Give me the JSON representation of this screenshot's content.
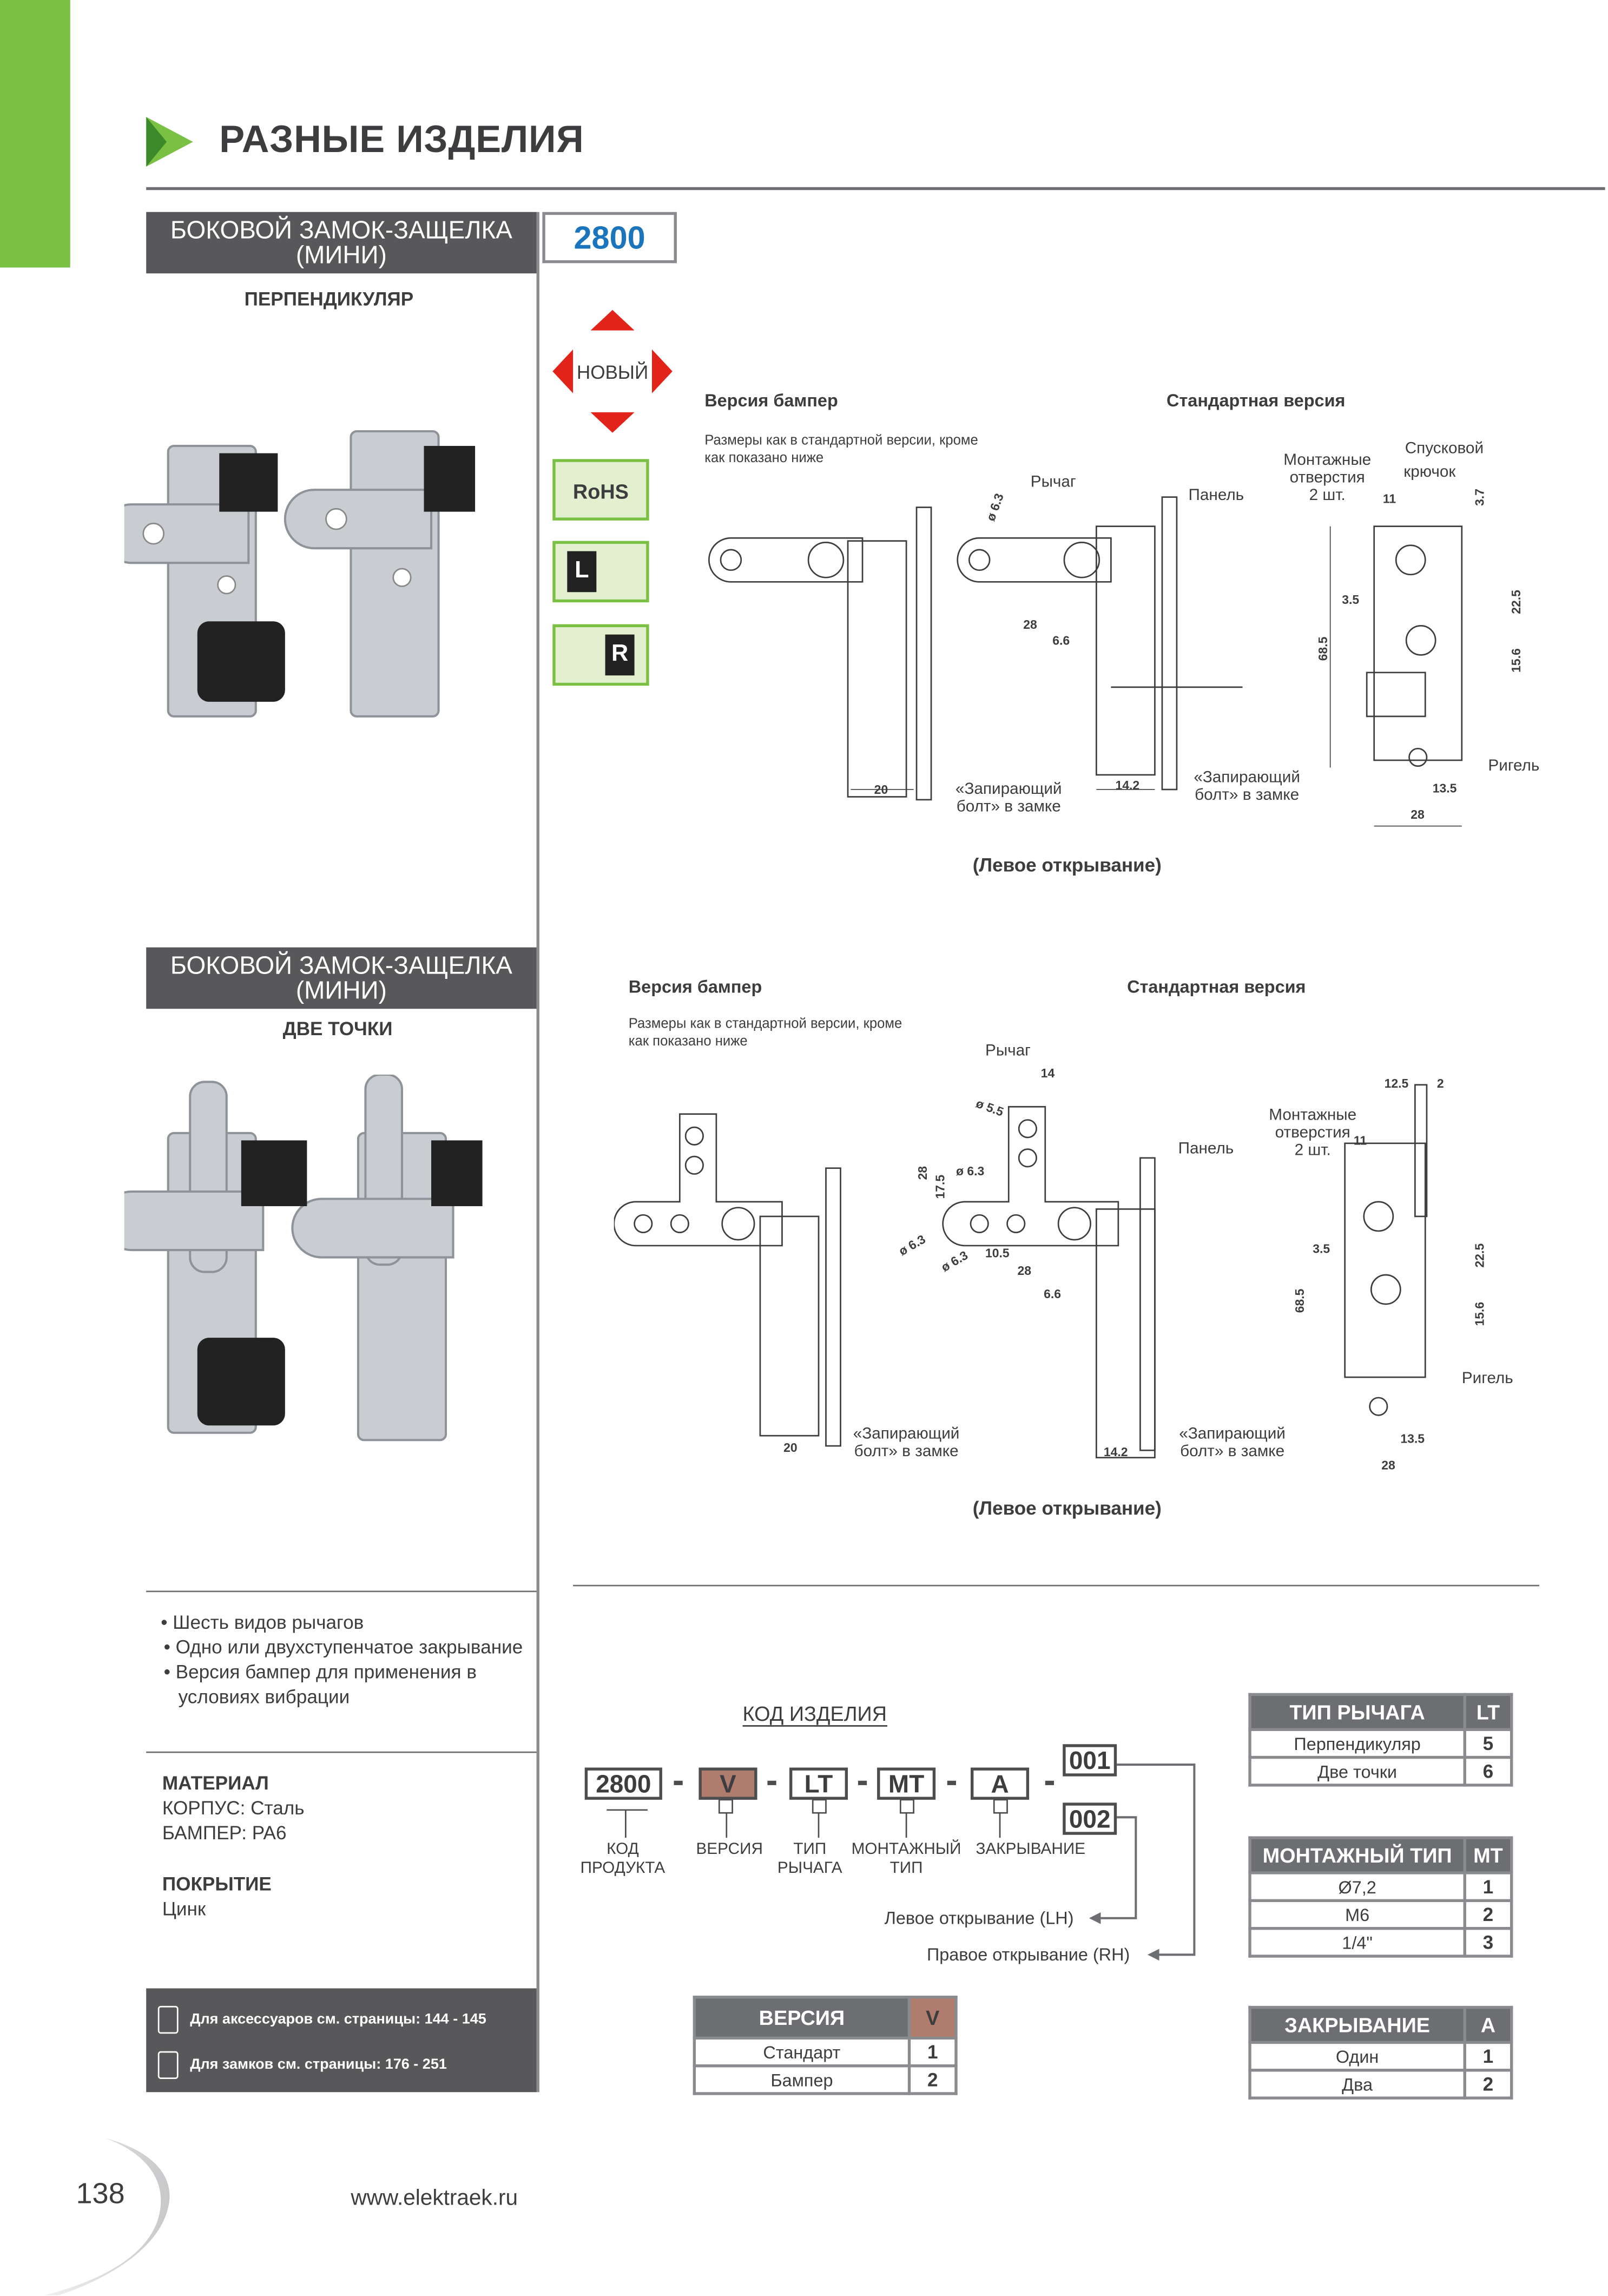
{
  "header": {
    "title": "РАЗНЫЕ ИЗДЕЛИЯ"
  },
  "product_code": "2800",
  "section1": {
    "title_line1": "БОКОВОЙ ЗАМОК-ЗАЩЕЛКА",
    "title_line2": "(МИНИ)",
    "subtitle": "ПЕРПЕНДИКУЛЯР",
    "drawing": {
      "bumper_title": "Версия бампер",
      "bumper_note_1": "Размеры как в стандартной версии, кроме",
      "bumper_note_2": "как показано ниже",
      "standard_title": "Стандартная версия",
      "lever": "Рычаг",
      "panel": "Панель",
      "holes_1": "Монтажные",
      "holes_2": "отверстия",
      "holes_3": "2 шт.",
      "trigger_1": "Спусковой",
      "trigger_2": "крючок",
      "bolt_1": "«Запирающий",
      "bolt_2": "болт» в замке",
      "rigel": "Ригель",
      "caption": "(Левое открывание)",
      "dims": {
        "d63": "ø 6.3",
        "d28": "28",
        "d66": "6.6",
        "d20": "20",
        "d142": "14.2",
        "d11": "11",
        "d37": "3.7",
        "d35": "3.5",
        "d225": "22.5",
        "d156": "15.6",
        "d685": "68.5",
        "d135": "13.5",
        "d28b": "28"
      }
    }
  },
  "section2": {
    "title_line1": "БОКОВОЙ ЗАМОК-ЗАЩЕЛКА",
    "title_line2": "(МИНИ)",
    "subtitle": "ДВЕ ТОЧКИ",
    "drawing": {
      "bumper_title": "Версия бампер",
      "bumper_note_1": "Размеры как в стандартной версии, кроме",
      "bumper_note_2": "как показано ниже",
      "standard_title": "Стандартная версия",
      "lever": "Рычаг",
      "panel": "Панель",
      "holes_1": "Монтажные",
      "holes_2": "отверстия",
      "holes_3": "2 шт.",
      "bolt_1": "«Запирающий",
      "bolt_2": "болт» в замке",
      "rigel": "Ригель",
      "caption": "(Левое открывание)",
      "dims": {
        "d14": "14",
        "d55": "ø 5.5",
        "d28v": "28",
        "d175": "17.5",
        "d63a": "ø 6.3",
        "d63b": "ø 6.3",
        "d63c": "ø 6.3",
        "d105": "10.5",
        "d28": "28",
        "d66": "6.6",
        "d20": "20",
        "d142": "14.2",
        "d125": "12.5",
        "d2": "2",
        "d11": "11",
        "d35": "3.5",
        "d225": "22.5",
        "d156": "15.6",
        "d685": "68.5",
        "d135": "13.5",
        "d28b": "28"
      }
    }
  },
  "badges": {
    "new": "НОВЫЙ",
    "rohs": "RoHS",
    "left": "L",
    "right": "R"
  },
  "features": [
    "Шесть видов рычагов",
    "Одно или двухступенчатое закрывание",
    "Версия бампер для применения в условиях вибрации"
  ],
  "material": {
    "heading": "МАТЕРИАЛ",
    "body": "КОРПУС: Сталь",
    "bumper": "БАМПЕР: PA6"
  },
  "coating": {
    "heading": "ПОКРЫТИЕ",
    "value": "Цинк"
  },
  "references": [
    "Для аксессуаров см. страницы: 144 - 145",
    "Для замков см. страницы: 176 - 251"
  ],
  "code": {
    "title": "КОД ИЗДЕЛИЯ",
    "parts": [
      "2800",
      "V",
      "LT",
      "MT",
      "A"
    ],
    "labels": [
      [
        "КОД",
        "ПРОДУКТА"
      ],
      [
        "ВЕРСИЯ",
        ""
      ],
      [
        "ТИП",
        "РЫЧАГА"
      ],
      [
        "МОНТАЖНЫЙ",
        "ТИП"
      ],
      [
        "ЗАКРЫВАНИЕ",
        ""
      ]
    ],
    "suffixes": [
      "001",
      "002"
    ],
    "lh": "Левое открывание (LH)",
    "rh": "Правое открывание (RH)",
    "highlight_color": "#b07c6e"
  },
  "version_table": {
    "header": "ВЕРСИЯ",
    "code": "V",
    "rows": [
      [
        "Стандарт",
        "1"
      ],
      [
        "Бампер",
        "2"
      ]
    ]
  },
  "lever_table": {
    "header": "ТИП РЫЧАГА",
    "code": "LT",
    "rows": [
      [
        "Перпендикуляр",
        "5"
      ],
      [
        "Две точки",
        "6"
      ]
    ]
  },
  "mount_table": {
    "header": "МОНТАЖНЫЙ ТИП",
    "code": "MT",
    "rows": [
      [
        "Ø7,2",
        "1"
      ],
      [
        "M6",
        "2"
      ],
      [
        "1/4\"",
        "3"
      ]
    ]
  },
  "closing_table": {
    "header": "ЗАКРЫВАНИЕ",
    "code": "A",
    "rows": [
      [
        "Один",
        "1"
      ],
      [
        "Два",
        "2"
      ]
    ]
  },
  "footer": {
    "page": "138",
    "url": "www.elektraek.ru"
  },
  "colors": {
    "green": "#7ac143",
    "blue": "#1b75bc",
    "dark": "#58585a",
    "red": "#e2231a"
  }
}
